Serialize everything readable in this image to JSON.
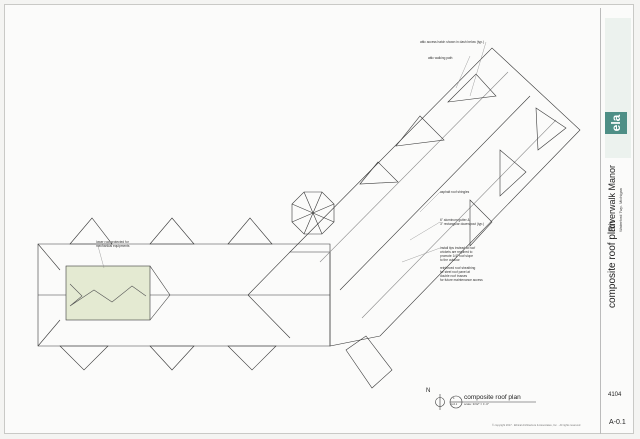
{
  "drawing": {
    "caption": "composite roof plan",
    "scale": "scale: 3/32\" = 1'-0\"",
    "north_label": "N",
    "detail_tag_top": "1",
    "detail_tag_bottom": "A-0.1"
  },
  "notes": {
    "top_1": "attic access hatch shown in dash below (typ.)",
    "top_2": "attic walking path",
    "left_1": "lower roof protected for",
    "left_2": "mechanical equipments",
    "right_1": "asphalt roof shingles",
    "right_2": "6\" aluminum gutter &",
    "right_3": "3\" rectangular downspout (typ.)",
    "right_4": "install tips instead at roof",
    "right_5": "crickets are required to",
    "right_6": "promote 1/4\" roof slope",
    "right_7": "to the outdoor",
    "right_8": "reinforced roof sheathing",
    "right_9": "for steel roof panel at",
    "right_10": "double roof trusses",
    "right_11": "for future maintenance access"
  },
  "title_block": {
    "firm_logo": "ela",
    "project_name": "Riverwalk Manor",
    "project_location": "Waterford Twp. Michigan",
    "sheet_title": "composite roof plan",
    "project_number": "4104",
    "sheet_number": "A-0.1",
    "copyright": "© copyright 2017 · Ethical Architecture & Associates, Inc. · All rights reserved"
  },
  "colors": {
    "line": "#3a3a3a",
    "light_line": "#8a8a8a",
    "highlight": "#e4ead2",
    "firm_color": "#4e8f86"
  }
}
